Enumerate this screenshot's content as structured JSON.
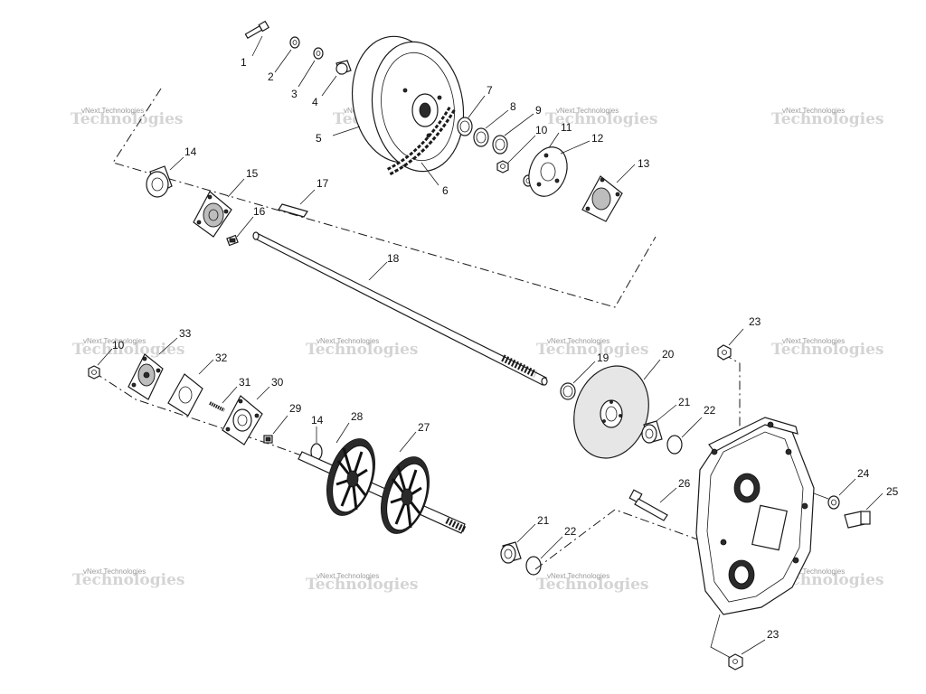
{
  "watermark": {
    "line1": "vNext Technologies",
    "line2": "Technologies"
  },
  "callouts": {
    "c1": "1",
    "c2": "2",
    "c3": "3",
    "c4": "4",
    "c5": "5",
    "c6": "6",
    "c7": "7",
    "c8": "8",
    "c9": "9",
    "c10": "10",
    "c11": "11",
    "c12": "12",
    "c13": "13",
    "c14a": "14",
    "c14b": "14",
    "c15": "15",
    "c16": "16",
    "c17": "17",
    "c18": "18",
    "c19": "19",
    "c20": "20",
    "c21a": "21",
    "c21b": "21",
    "c22a": "22",
    "c22b": "22",
    "c23a": "23",
    "c23b": "23",
    "c24": "24",
    "c25": "25",
    "c26": "26",
    "c27": "27",
    "c28": "28",
    "c29": "29",
    "c30": "30",
    "c31": "31",
    "c32": "32",
    "c33": "33",
    "c10b": "10"
  }
}
